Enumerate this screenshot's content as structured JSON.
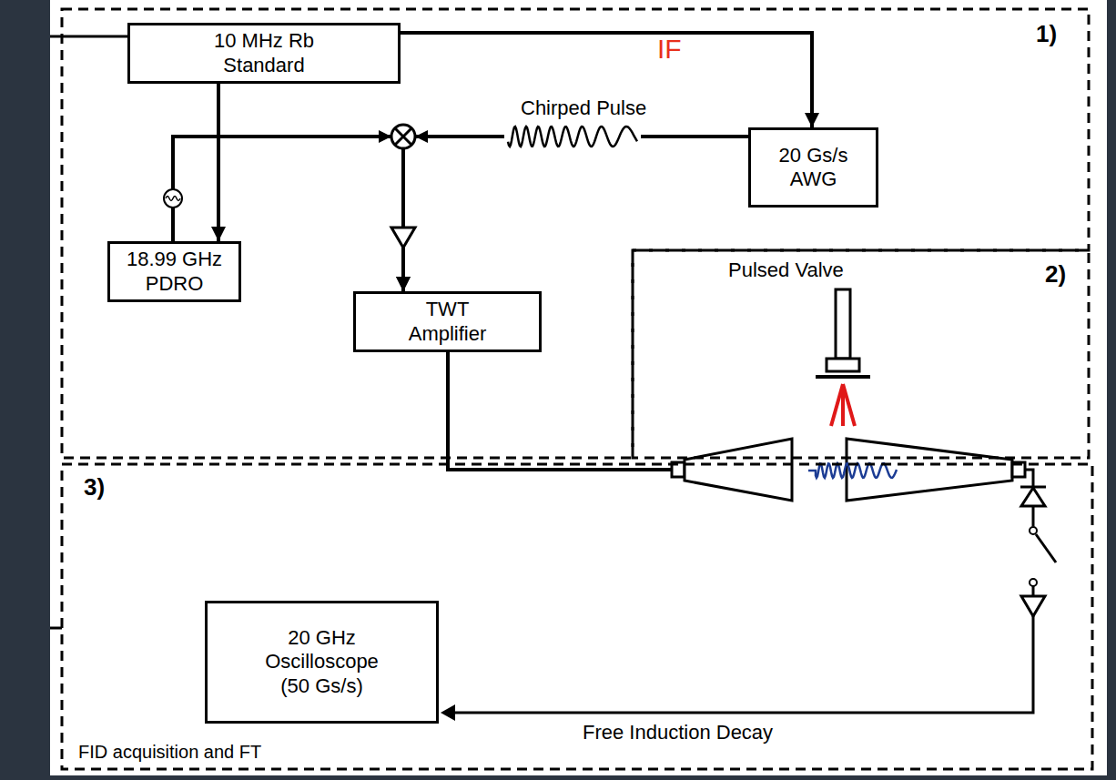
{
  "diagram": {
    "nodes": [
      {
        "text": [
          "1)"
        ]
      },
      {
        "text": [
          "10 MHz Rb Standard"
        ],
        "in": 0
      },
      {
        "text": [
          "20 Gs/s AWG"
        ],
        "in": 0
      },
      {
        "text": [
          "18.99 GHz PDRO"
        ],
        "in": 0
      },
      {
        "text": [
          "TWT Amplifier"
        ],
        "in": 0
      },
      {
        "text": [
          "2)"
        ]
      },
      {
        "text": [
          "3)",
          "FID acquisition and FT"
        ]
      },
      {
        "text": [
          "20 GHz Oscilloscope (50 Gs/s)"
        ],
        "in": 6
      }
    ],
    "edges": [
      {
        "from": 1,
        "to": 2,
        "arrow": "to"
      },
      {
        "from": 1,
        "to": 3,
        "arrow": "to"
      },
      {
        "from": 3,
        "to": 4,
        "arrow": "to"
      },
      {
        "from": 2,
        "to": 4,
        "arrow": "to"
      }
    ],
    "labels": [
      "IF",
      "Chirped Pulse",
      "Pulsed Valve",
      "Free Induction Decay"
    ]
  }
}
